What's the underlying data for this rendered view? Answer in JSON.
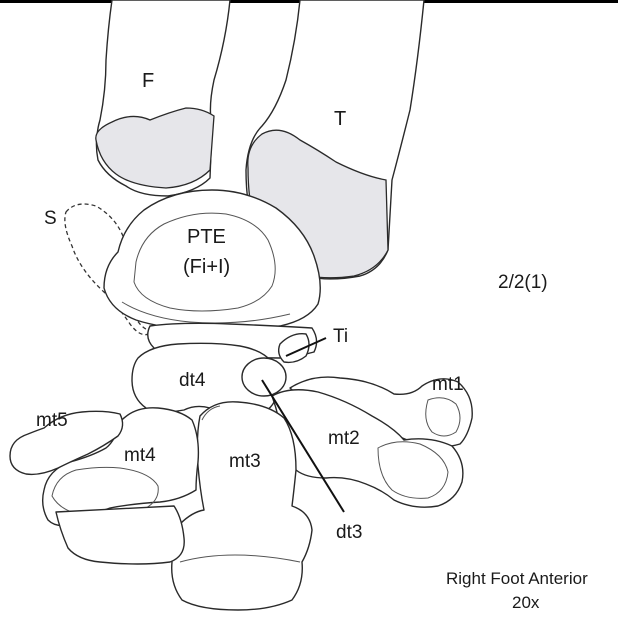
{
  "colors": {
    "cartilage": "#e6e6ea",
    "outline": "#2a2a2a",
    "background": "#ffffff"
  },
  "labels": {
    "fibula": "F",
    "tibia": "T",
    "sesamoid": "S",
    "pte_line1": "PTE",
    "pte_line2": "(Fi+I)",
    "tibiale": "Ti",
    "dt4": "dt4",
    "dt3": "dt3",
    "mt1": "mt1",
    "mt2": "mt2",
    "mt3": "mt3",
    "mt4": "mt4",
    "mt5": "mt5"
  },
  "stage": "2/2(1)",
  "caption": {
    "view": "Right Foot Anterior",
    "magnification": "20x"
  }
}
